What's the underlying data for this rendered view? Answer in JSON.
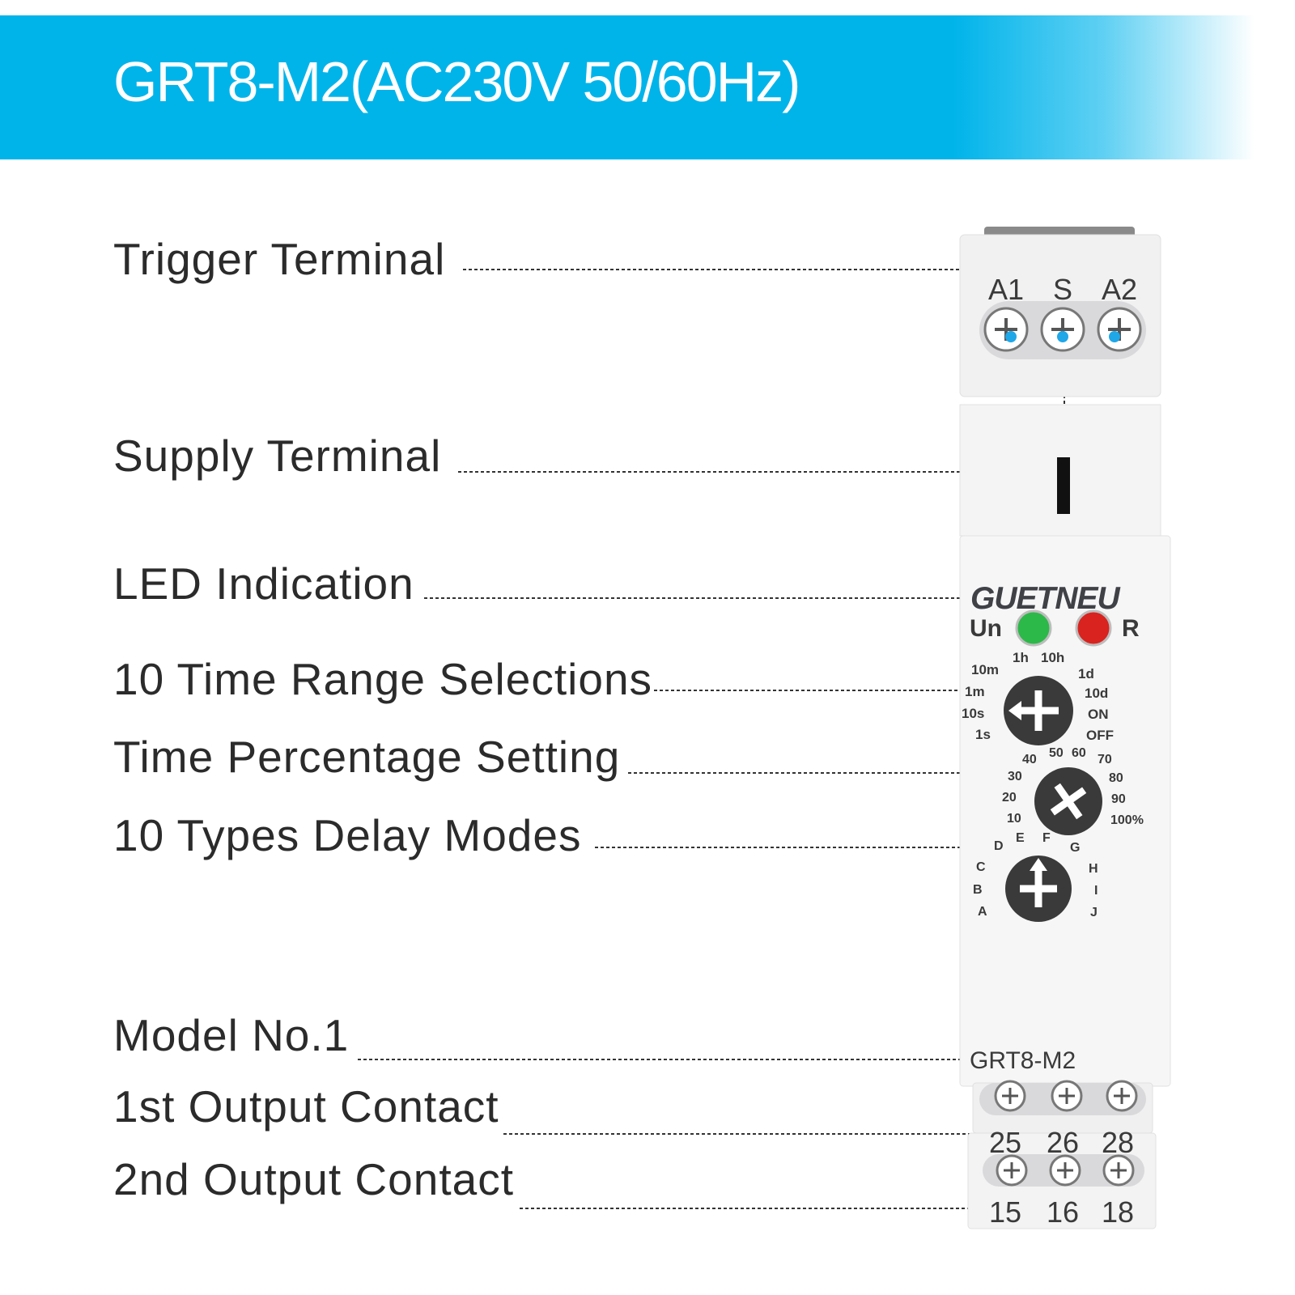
{
  "banner": {
    "title": "GRT8-M2(AC230V 50/60Hz)"
  },
  "callouts": [
    {
      "id": "trigger-terminal",
      "label": "Trigger Terminal"
    },
    {
      "id": "supply-terminal",
      "label": "Supply Terminal"
    },
    {
      "id": "led-indication",
      "label": "LED Indication"
    },
    {
      "id": "time-range",
      "label": "10 Time Range Selections"
    },
    {
      "id": "time-percentage",
      "label": "Time Percentage Setting"
    },
    {
      "id": "delay-modes",
      "label": "10 Types Delay Modes"
    },
    {
      "id": "model-no",
      "label": "Model No.1"
    },
    {
      "id": "output-1",
      "label": "1st Output Contact"
    },
    {
      "id": "output-2",
      "label": "2nd Output Contact"
    }
  ],
  "device": {
    "brand": "GUETNEU",
    "model": "GRT8-M2",
    "top_terminals": [
      "A1",
      "S",
      "A2"
    ],
    "leds": [
      {
        "label": "Un",
        "color": "#2db84a"
      },
      {
        "label": "R",
        "color": "#d8231f"
      }
    ],
    "time_range_dial": {
      "left": [
        "10m",
        "1m",
        "10s",
        "1s"
      ],
      "top": [
        "1h",
        "10h"
      ],
      "right": [
        "1d",
        "10d",
        "ON",
        "OFF"
      ]
    },
    "percentage_dial": {
      "top": [
        "40",
        "50",
        "60",
        "70"
      ],
      "left": [
        "30",
        "20",
        "10"
      ],
      "right": [
        "80",
        "90",
        "100%"
      ]
    },
    "mode_dial": {
      "left": [
        "D",
        "C",
        "B",
        "A"
      ],
      "top": [
        "E",
        "F",
        "G"
      ],
      "right": [
        "H",
        "I",
        "J"
      ]
    },
    "output_row_1": [
      "25",
      "26",
      "28"
    ],
    "output_row_2": [
      "15",
      "16",
      "18"
    ]
  },
  "colors": {
    "banner": "#00b4ea",
    "terminal_dot": "#1fa7e8"
  }
}
